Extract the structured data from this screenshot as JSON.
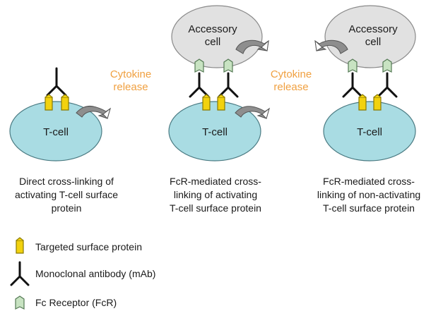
{
  "panels": [
    {
      "tcell_label": "T-cell",
      "caption": [
        "Direct cross-linking of",
        "activating T-cell surface",
        "protein"
      ]
    },
    {
      "accessory_label": [
        "Accessory",
        "cell"
      ],
      "tcell_label": "T-cell",
      "caption": [
        "FcR-mediated cross-",
        "linking of activating",
        "T-cell surface protein"
      ]
    },
    {
      "accessory_label": [
        "Accessory",
        "cell"
      ],
      "tcell_label": "T-cell",
      "caption": [
        "FcR-mediated cross-",
        "linking of non-activating",
        "T-cell surface protein"
      ]
    }
  ],
  "cytokine_labels": [
    [
      "Cytokine",
      "release"
    ],
    [
      "Cytokine",
      "release"
    ]
  ],
  "legend": [
    {
      "icon": "surface-protein-icon",
      "label": "Targeted surface protein"
    },
    {
      "icon": "antibody-icon",
      "label": "Monoclonal antibody (mAb)"
    },
    {
      "icon": "fc-receptor-icon",
      "label": "Fc Receptor (FcR)"
    }
  ],
  "colors": {
    "tcell_fill": "#a9dce3",
    "tcell_stroke": "#4a7a82",
    "accessory_fill": "#e1e1e1",
    "accessory_stroke": "#8a8a8a",
    "surface_protein": "#f2d20f",
    "fc_receptor": "#c8e3c2",
    "cytokine_text": "#f0a040",
    "arrow_fill": "#888888"
  }
}
